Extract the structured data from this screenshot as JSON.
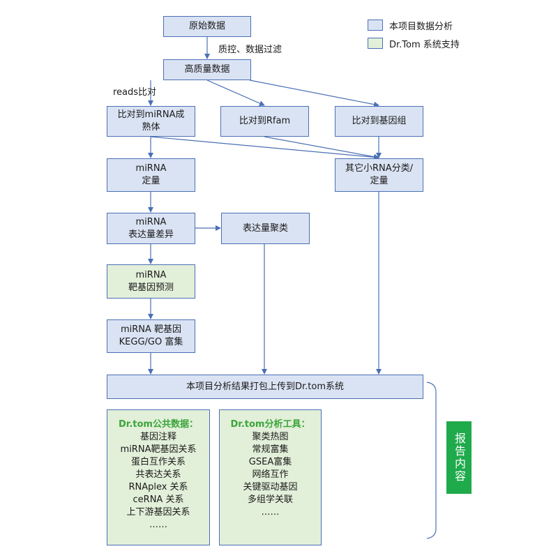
{
  "legend": [
    {
      "label": "本项目数据分析",
      "color": "#dae3f3"
    },
    {
      "label": "Dr.Tom 系统支持",
      "color": "#e2efd9"
    }
  ],
  "nodes": {
    "raw": "原始数据",
    "hq": "高质量数据",
    "mirna_align": "比对到miRNA成\n熟体",
    "rfam": "比对到Rfam",
    "genome": "比对到基因组",
    "mirna_quant": "miRNA\n定量",
    "other_small": "其它小RNA分类/\n定量",
    "mirna_diff": "miRNA\n表达量差异",
    "cluster": "表达量聚类",
    "target_pred": "miRNA\n靶基因预测",
    "enrich": "miRNA 靶基因\nKEGG/GO 富集",
    "upload": "本项目分析结果打包上传到Dr.tom系统"
  },
  "edge_labels": {
    "qc": "质控、数据过滤",
    "reads": "reads比对"
  },
  "public_data": {
    "title": "Dr.tom公共数据：",
    "items": [
      "基因注释",
      "miRNA靶基因关系",
      "蛋白互作关系",
      "共表达关系",
      "RNAplex 关系",
      "ceRNA 关系",
      "上下游基因关系",
      "……"
    ]
  },
  "tools": {
    "title": "Dr.tom分析工具：",
    "items": [
      "聚类热图",
      "常规富集",
      "GSEA富集",
      "网络互作",
      "关键驱动基因",
      "多组学关联",
      "……"
    ]
  },
  "report_label": "报告内容"
}
